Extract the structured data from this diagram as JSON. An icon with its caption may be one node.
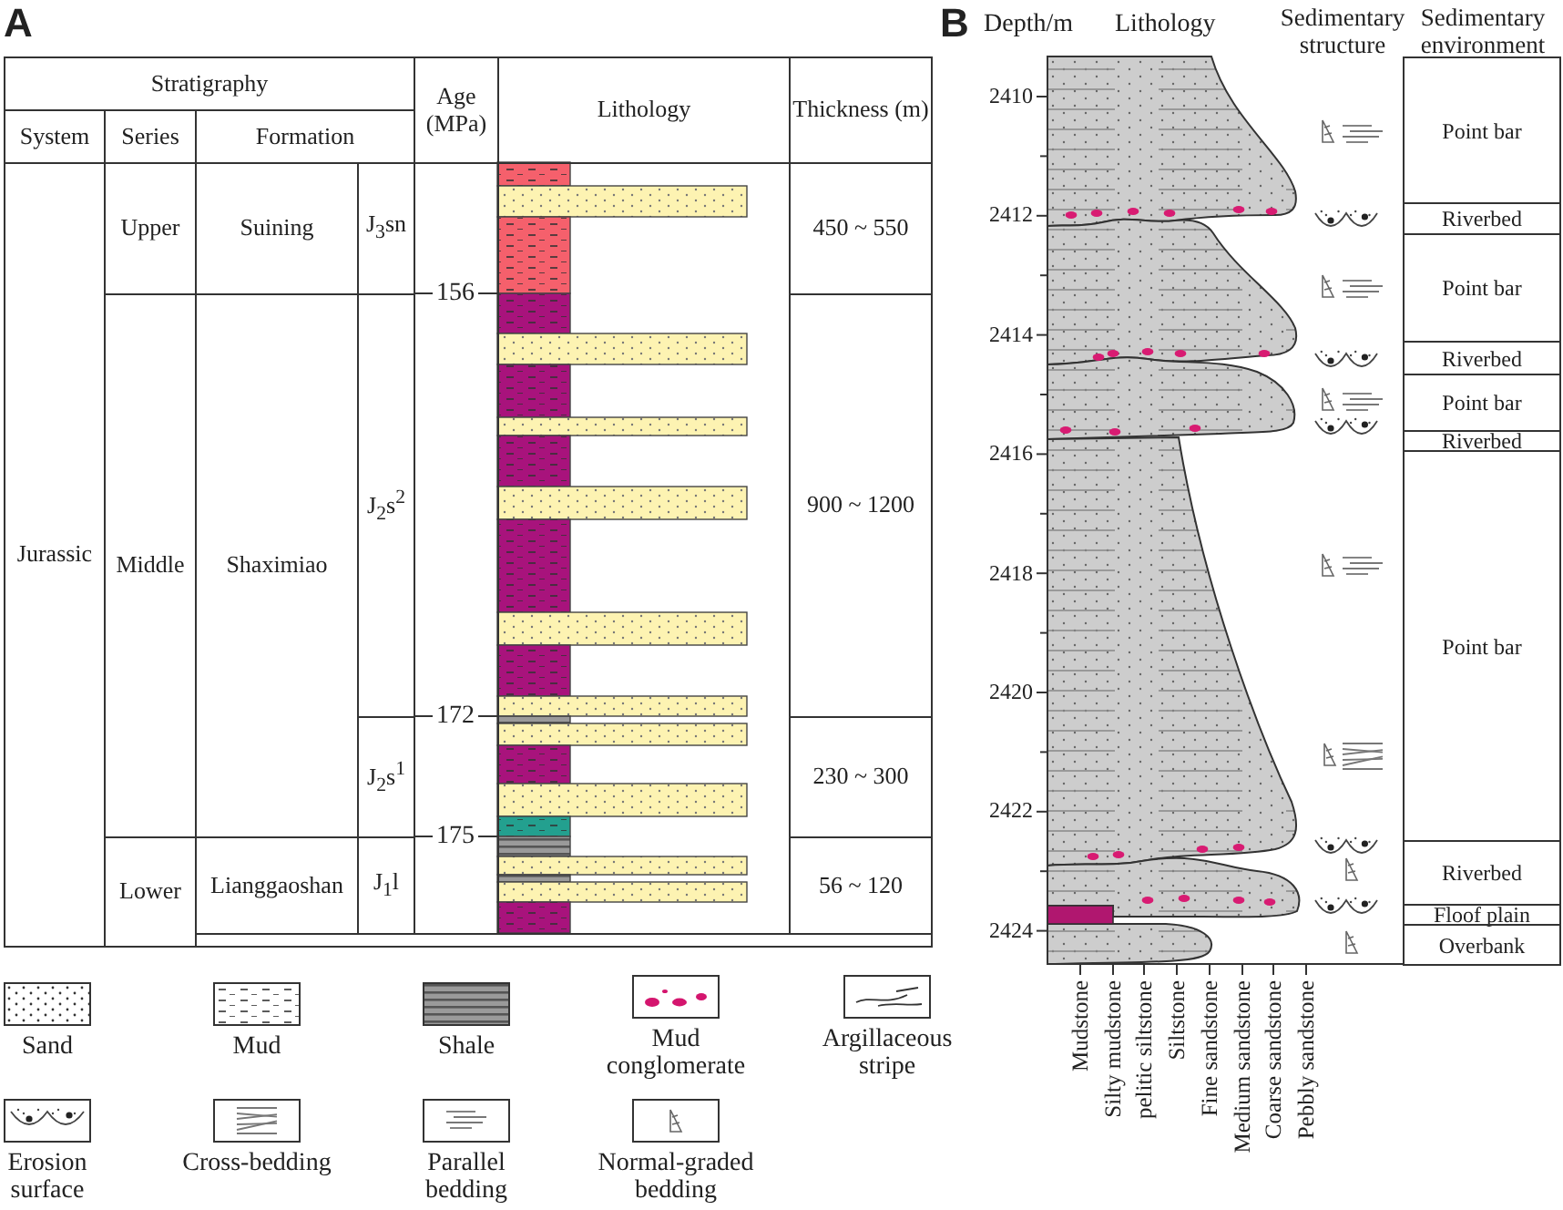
{
  "diagram": {
    "labels": [
      "A",
      "Stratigraphy",
      "Age (MPa)",
      "Lithology",
      "Thickness (m)",
      "System",
      "Series",
      "Formation",
      "Upper",
      "Suining",
      "J$_{3}$sn",
      "450 ~ 550",
      "156",
      "Jurassic",
      "Middle",
      "Shaximiao",
      "J$_{2}$s$^{2}$",
      "900 ~ 1200",
      "172",
      "J$_{2}$s$^{1}$",
      "230 ~ 300",
      "175",
      "Lower",
      "Lianggaoshan",
      "J$_{1}$l",
      "56 ~ 120",
      "B",
      "Depth/m",
      "Lithology",
      "Sedimentary structure",
      "Sedimentary environment",
      "2410",
      "2412",
      "2414",
      "2416",
      "2418",
      "2420",
      "2422",
      "2424",
      "Point bar",
      "Riverbed",
      "Point bar",
      "Riverbed",
      "Point bar",
      "Riverbed",
      "Point bar",
      "Riverbed",
      "Floof plain",
      "Overbank",
      "Mudstone",
      "Silty mudstone",
      "pelitic siltstone",
      "Siltstone",
      "Fine sandstone",
      "Medium sandstone",
      "Coarse sandstone",
      "Pebbly sandstone"
    ],
    "legend": [
      {
        "text": "Sand"
      },
      {
        "text": "Mud"
      },
      {
        "text": "Shale"
      },
      {
        "text": "Mud conglomerate"
      },
      {
        "text": "Argillaceous stripe"
      },
      {
        "text": "Erosion surface"
      },
      {
        "text": "Cross-bedding"
      },
      {
        "text": "Parallel bedding"
      },
      {
        "text": "Normal-graded bedding"
      }
    ]
  }
}
